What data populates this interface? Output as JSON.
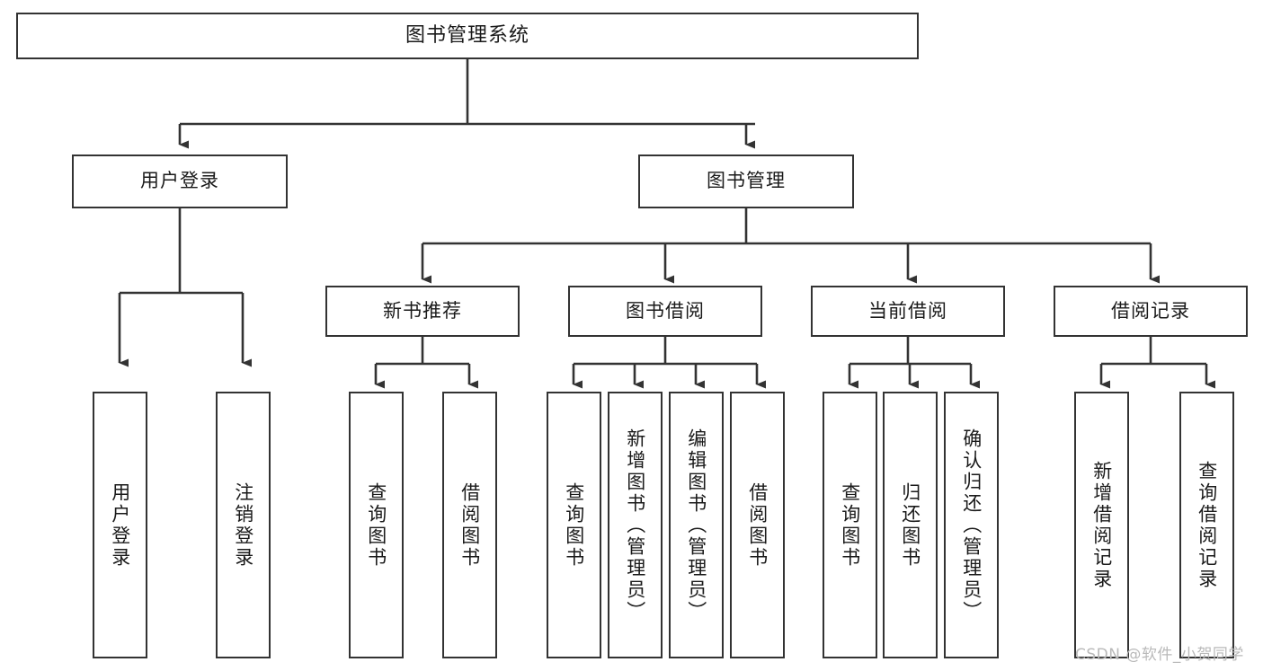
{
  "diagram": {
    "type": "tree",
    "title": "图书管理系统",
    "watermark": "CSDN @软件_小贺同学",
    "colors": {
      "stroke": "#333333",
      "fill": "#ffffff",
      "text": "#1a1a1a",
      "watermark": "#b9b9b9"
    },
    "levels": {
      "root": {
        "label": "图书管理系统"
      },
      "level1": [
        {
          "id": "user-login",
          "label": "用户登录"
        },
        {
          "id": "book-management",
          "label": "图书管理"
        }
      ],
      "level2": [
        {
          "id": "new-book-recommend",
          "label": "新书推荐",
          "parent": "book-management"
        },
        {
          "id": "book-borrow",
          "label": "图书借阅",
          "parent": "book-management"
        },
        {
          "id": "current-borrow",
          "label": "当前借阅",
          "parent": "book-management"
        },
        {
          "id": "borrow-record",
          "label": "借阅记录",
          "parent": "book-management"
        }
      ],
      "leaves": {
        "user-login": [
          {
            "id": "leaf-user-login",
            "label": "用户登录"
          },
          {
            "id": "leaf-logout-login",
            "label": "注销登录"
          }
        ],
        "new-book-recommend": [
          {
            "id": "leaf-query-book-1",
            "label": "查询图书"
          },
          {
            "id": "leaf-borrow-book-1",
            "label": "借阅图书"
          }
        ],
        "book-borrow": [
          {
            "id": "leaf-query-book-2",
            "label": "查询图书"
          },
          {
            "id": "leaf-add-book",
            "label": "新增图书（管理员）"
          },
          {
            "id": "leaf-edit-book",
            "label": "编辑图书（管理员）"
          },
          {
            "id": "leaf-borrow-book-2",
            "label": "借阅图书"
          }
        ],
        "current-borrow": [
          {
            "id": "leaf-query-book-3",
            "label": "查询图书"
          },
          {
            "id": "leaf-return-book",
            "label": "归还图书"
          },
          {
            "id": "leaf-confirm-return",
            "label": "确认归还（管理员）"
          }
        ],
        "borrow-record": [
          {
            "id": "leaf-add-record",
            "label": "新增借阅记录"
          },
          {
            "id": "leaf-query-record",
            "label": "查询借阅记录"
          }
        ]
      }
    }
  }
}
